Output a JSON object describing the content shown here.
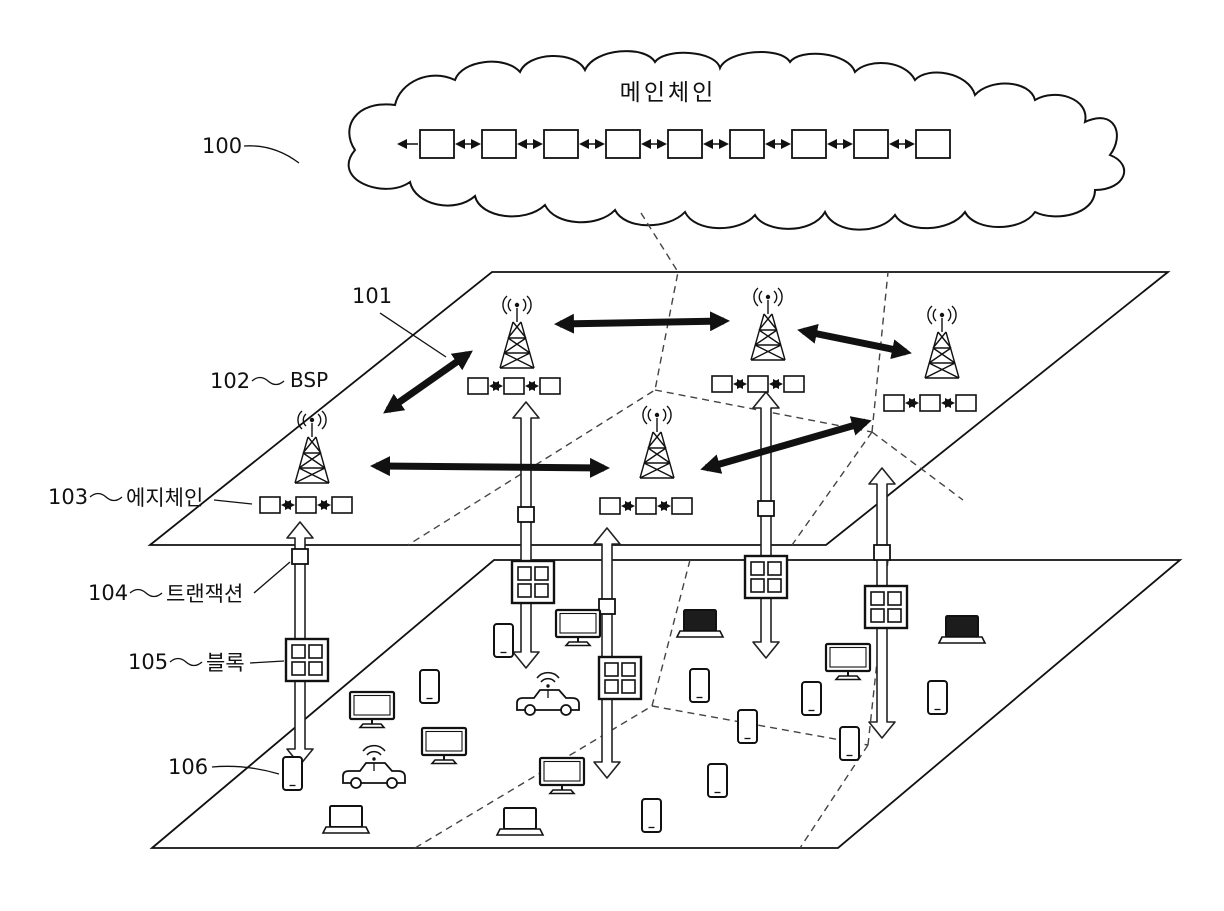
{
  "diagram": {
    "cloud_label": "메인체인",
    "refs": {
      "r100": "100",
      "r101": "101",
      "r102": "102",
      "r103": "103",
      "r104": "104",
      "r105": "105",
      "r106": "106"
    },
    "terms": {
      "bsp": "BSP",
      "edge_chain": "에지체인",
      "transaction": "트랜잭션",
      "block": "블록"
    }
  }
}
